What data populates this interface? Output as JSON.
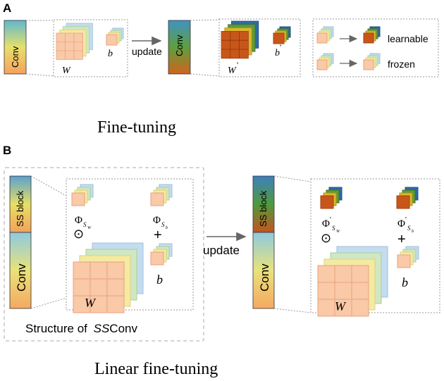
{
  "panel_a": {
    "label": "A",
    "conv_label": "Conv",
    "conv_label_updated": "Conv",
    "weight_label": "W",
    "bias_label": "b",
    "weight_label_updated": "W",
    "weight_prime": "'",
    "bias_label_updated": "b",
    "bias_prime": "'",
    "update_label": "update",
    "legend": {
      "learnable": "learnable",
      "frozen": "frozen"
    },
    "caption": "Fine-tuning"
  },
  "panel_b": {
    "label": "B",
    "ss_block_label": "SS block",
    "conv_label": "Conv",
    "ss_block_label_updated": "SS block",
    "conv_label_updated": "Conv",
    "phi": "Φ",
    "phi_prime": "'",
    "sub_s": "S",
    "sub_w": "W",
    "sub_b": "b",
    "odot": "⊙",
    "plus": "+",
    "weight_label": "W",
    "bias_label": "b",
    "weight_label_updated": "W",
    "bias_label_updated": "b",
    "update_label": "update",
    "structure_caption_prefix": "Structure of ",
    "structure_caption_italic": "SS",
    "structure_caption_suffix": "Conv",
    "caption": "Linear fine-tuning"
  },
  "colors": {
    "frozen_fill": "#f9c9a8",
    "frozen_stroke": "#e9a27a",
    "frozen_yellow": "#f4eaa2",
    "frozen_green": "#cfe7c3",
    "frozen_blue": "#c4dcef",
    "learnable_fill": "#c8561a",
    "learnable_stroke": "#a3400e",
    "learnable_yellow": "#d9b72c",
    "learnable_green": "#5d9a3a",
    "learnable_blue": "#2f6aa5",
    "box_border": "#888888",
    "arrow": "#666666"
  }
}
